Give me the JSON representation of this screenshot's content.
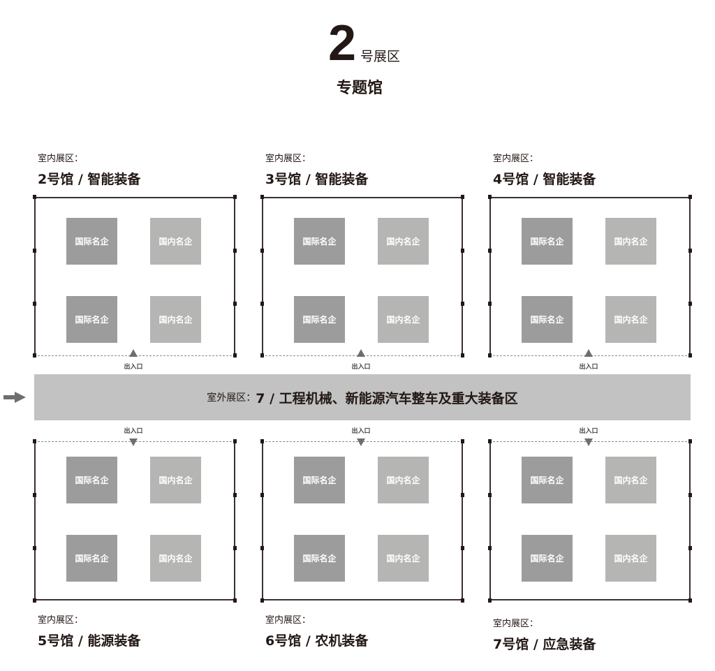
{
  "header": {
    "zone_number": "2",
    "zone_label": "号展区",
    "subtitle": "专题馆"
  },
  "outdoor": {
    "prefix": "室外展区：",
    "title": "7 / 工程机械、新能源汽车整车及重大装备区"
  },
  "exit_label": "出入口",
  "booth_labels": {
    "intl": "国际名企",
    "domestic": "国内名企"
  },
  "halls": [
    {
      "type": "室内展区：",
      "name": "2号馆 /  智能装备"
    },
    {
      "type": "室内展区：",
      "name": "3号馆 / 智能装备"
    },
    {
      "type": "室内展区：",
      "name": "4号馆 / 智能装备"
    },
    {
      "type": "室内展区：",
      "name": "5号馆 / 能源装备"
    },
    {
      "type": "室内展区：",
      "name": "6号馆 / 农机装备"
    },
    {
      "type": "室内展区：",
      "name": "7号馆 / 应急装备"
    }
  ],
  "colors": {
    "intl": "#9c9c9c",
    "domestic": "#b5b5b4",
    "band": "#c1c2c1"
  }
}
